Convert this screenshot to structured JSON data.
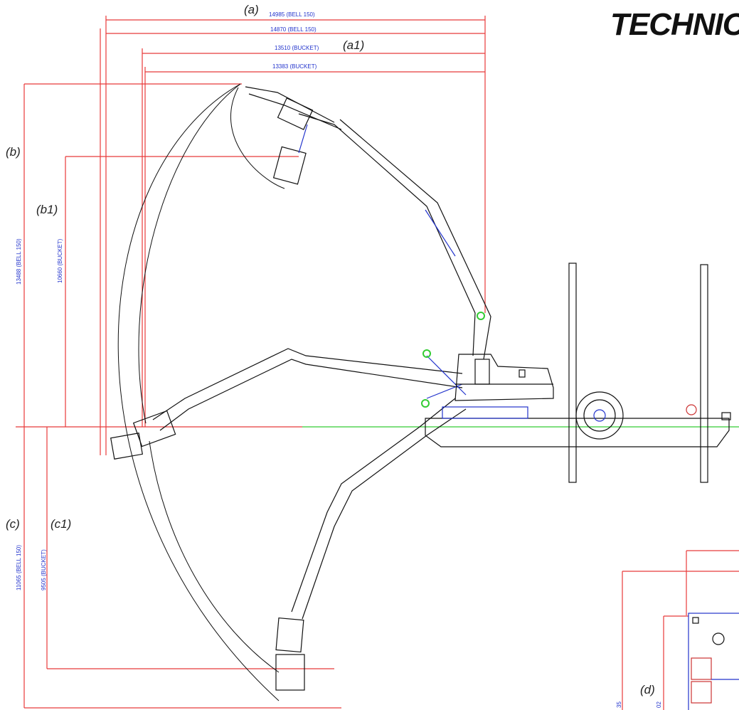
{
  "title": "TECHNIC",
  "labels": {
    "a": "(a)",
    "a1": "(a1)",
    "b": "(b)",
    "b1": "(b1)",
    "c": "(c)",
    "c1": "(c1)",
    "d": "(d)"
  },
  "dimensions": {
    "reach_bell": "14985 (BELL 150)",
    "reach_bell_2": "14870 (BELL 150)",
    "reach_bucket": "13510 (BUCKET)",
    "reach_bucket_2": "13383 (BUCKET)",
    "height_bell": "13488 (BELL 150)",
    "height_bucket": "10660 (BUCKET)",
    "depth_bell": "11065 (BELL 150)",
    "depth_bucket": "9505 (BUCKET)",
    "partial_1": "35",
    "partial_2": "02"
  },
  "colors": {
    "dimension_line": "#e83a3a",
    "dimension_text": "#2233cc",
    "waterline": "#33cc33",
    "outline": "#111111"
  }
}
